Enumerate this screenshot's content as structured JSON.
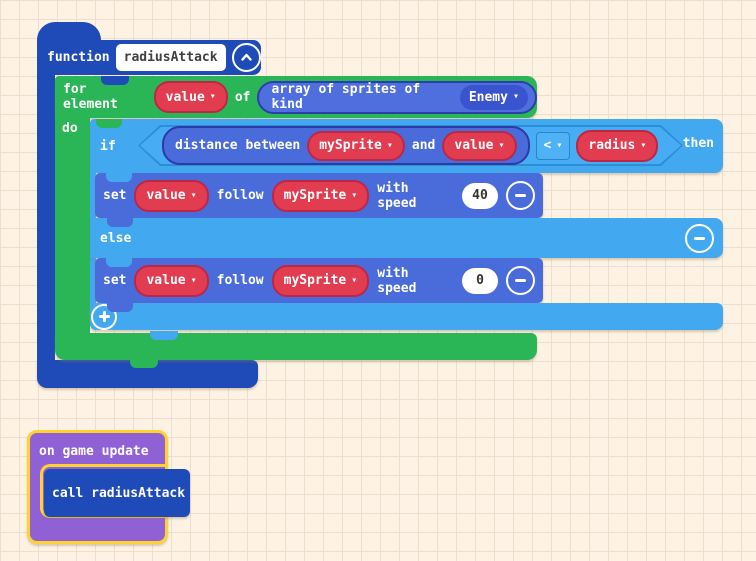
{
  "colors": {
    "function_blue": "#1e4bb8",
    "loops_green": "#2ab656",
    "logic_light_blue": "#42a9f1",
    "sprites_indigo": "#4a6cdb",
    "variable_red": "#e23c50",
    "game_purple": "#9061d4",
    "highlight_yellow": "#fed330",
    "workspace_beige": "#fdf2e3"
  },
  "icons": {
    "dropdown_arrow": "▾"
  },
  "function_block": {
    "keyword": "function",
    "name_value": "radiusAttack"
  },
  "for_block": {
    "label_for_element": "for element",
    "variable": "value",
    "label_of": "of",
    "array_block_label": "array of sprites of kind",
    "kind_value": "Enemy",
    "label_do": "do"
  },
  "if_block": {
    "label_if": "if",
    "label_then": "then",
    "label_else": "else",
    "condition": {
      "label_distance": "distance between",
      "sprite_a": "mySprite",
      "label_and": "and",
      "sprite_b": "value",
      "operator": "<",
      "variable": "radius"
    }
  },
  "set_rows": [
    {
      "label_set": "set",
      "variable": "value",
      "label_follow": "follow",
      "target": "mySprite",
      "label_with_speed": "with speed",
      "speed": "40"
    },
    {
      "label_set": "set",
      "variable": "value",
      "label_follow": "follow",
      "target": "mySprite",
      "label_with_speed": "with speed",
      "speed": "0"
    }
  ],
  "game_block": {
    "label": "on game update",
    "call_label": "call radiusAttack"
  }
}
